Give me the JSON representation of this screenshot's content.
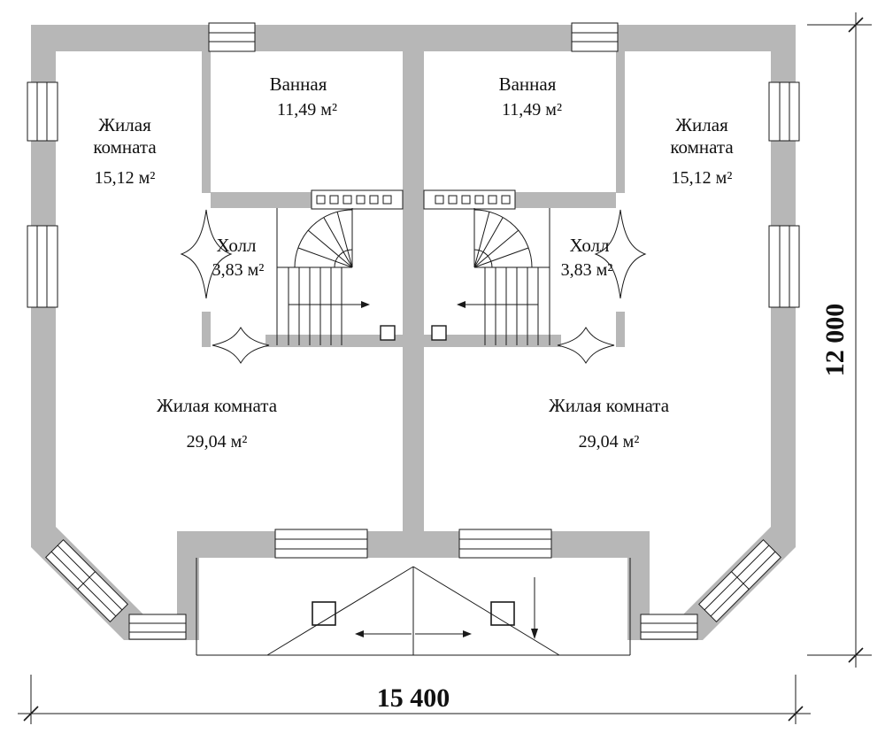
{
  "colors": {
    "wall": "#b7b7b7",
    "line": "#1a1a1a",
    "background": "#ffffff"
  },
  "rooms": {
    "left": {
      "living_top": {
        "name_line1": "Жилая",
        "name_line2": "комната",
        "area": "15,12 м²"
      },
      "bathroom": {
        "name": "Ванная",
        "area": "11,49 м²"
      },
      "hall": {
        "name": "Холл",
        "area": "3,83 м²"
      },
      "living_bottom": {
        "name": "Жилая комната",
        "area": "29,04 м²"
      }
    },
    "right": {
      "living_top": {
        "name_line1": "Жилая",
        "name_line2": "комната",
        "area": "15,12 м²"
      },
      "bathroom": {
        "name": "Ванная",
        "area": "11,49 м²"
      },
      "hall": {
        "name": "Холл",
        "area": "3,83 м²"
      },
      "living_bottom": {
        "name": "Жилая комната",
        "area": "29,04 м²"
      }
    }
  },
  "dimensions": {
    "width": "15 400",
    "height": "12 000"
  }
}
